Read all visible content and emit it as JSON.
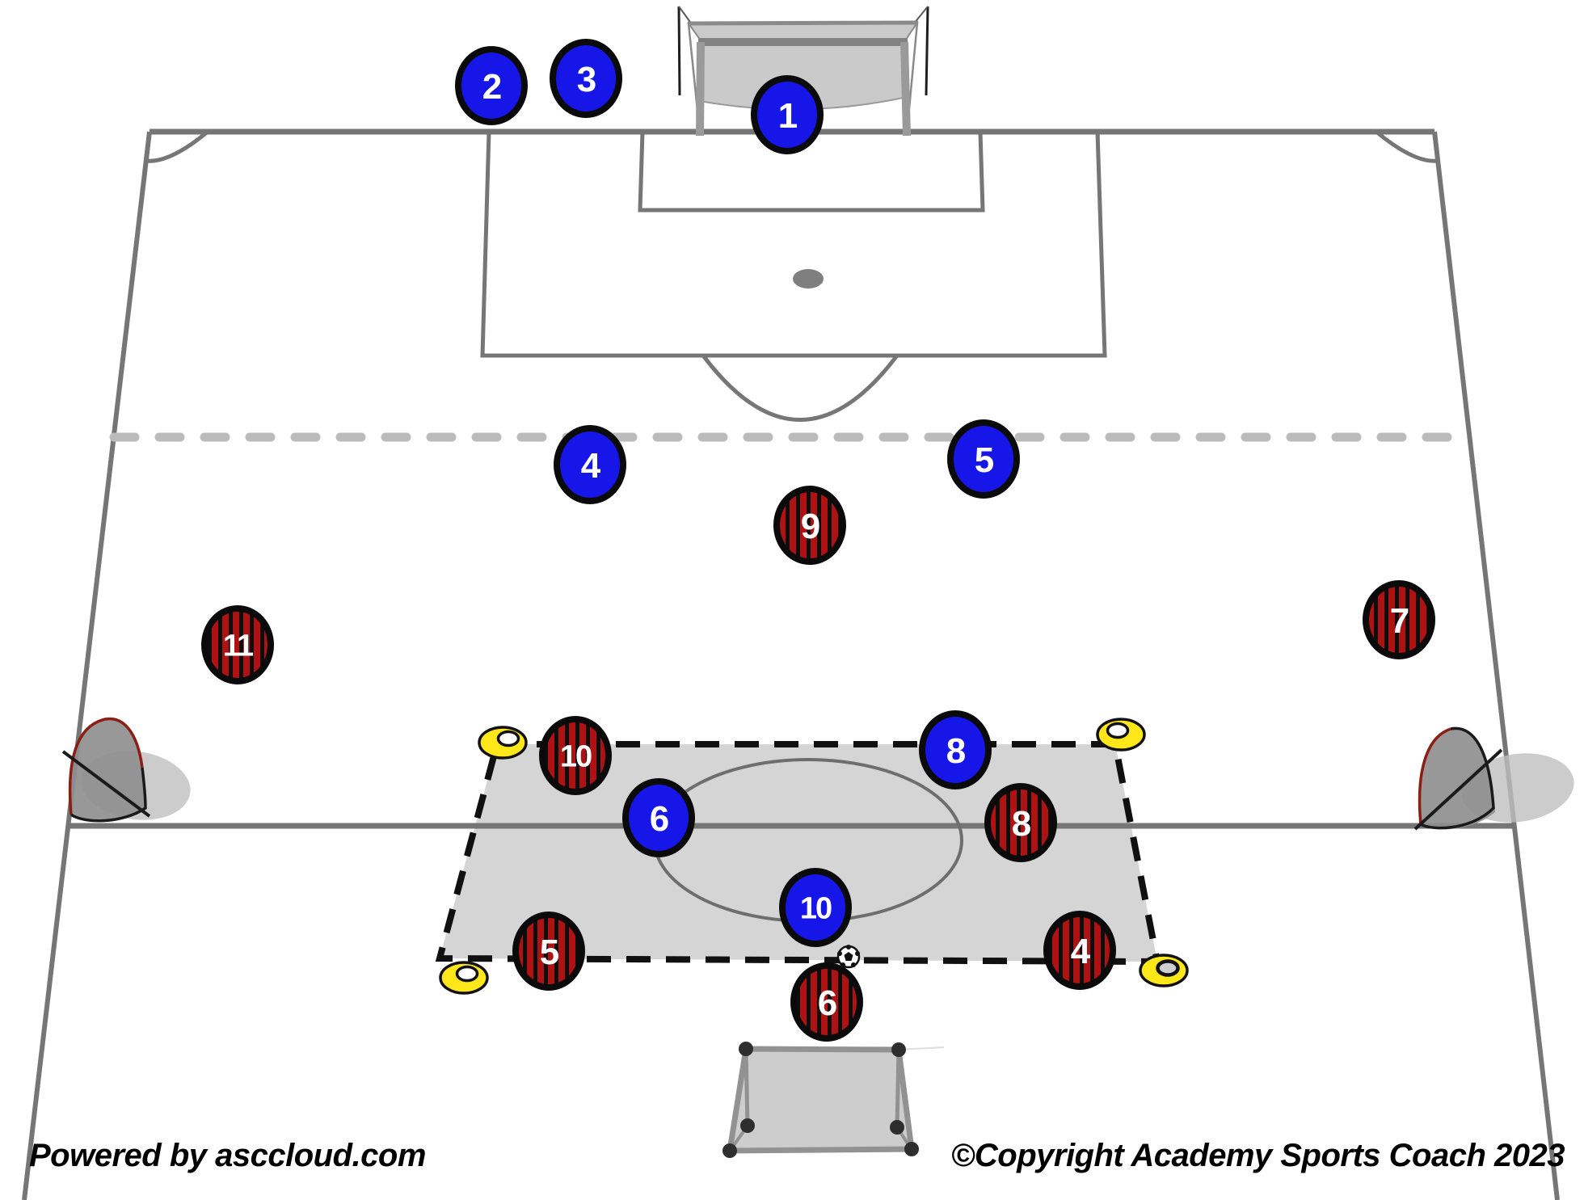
{
  "footer": {
    "powered_by": "Powered by asccloud.com",
    "copyright": "©Copyright Academy Sports Coach 2023"
  },
  "players": [
    {
      "team": "blue",
      "number": "2"
    },
    {
      "team": "blue",
      "number": "3"
    },
    {
      "team": "blue",
      "number": "1"
    },
    {
      "team": "blue",
      "number": "4"
    },
    {
      "team": "blue",
      "number": "5"
    },
    {
      "team": "blue",
      "number": "8"
    },
    {
      "team": "blue",
      "number": "6"
    },
    {
      "team": "blue",
      "number": "10"
    },
    {
      "team": "red",
      "number": "9"
    },
    {
      "team": "red",
      "number": "11"
    },
    {
      "team": "red",
      "number": "7"
    },
    {
      "team": "red",
      "number": "10"
    },
    {
      "team": "red",
      "number": "8"
    },
    {
      "team": "red",
      "number": "5"
    },
    {
      "team": "red",
      "number": "4"
    },
    {
      "team": "red",
      "number": "6"
    }
  ],
  "colors": {
    "blue_player": "#1616E8",
    "red_player_stripe": "#AE1212",
    "red_player_base": "#0D0D0D",
    "player_outline": "#0A0A0A",
    "number_text": "#FFFFFF",
    "pitch_line": "#767676",
    "offside_line": "#BBBBBB",
    "zone_fill": "#D3D3D3",
    "zone_border": "#101010",
    "cone": "#FFE71A",
    "goal_gray": "#C4C4C4",
    "ball_white": "#FFFFFF"
  }
}
